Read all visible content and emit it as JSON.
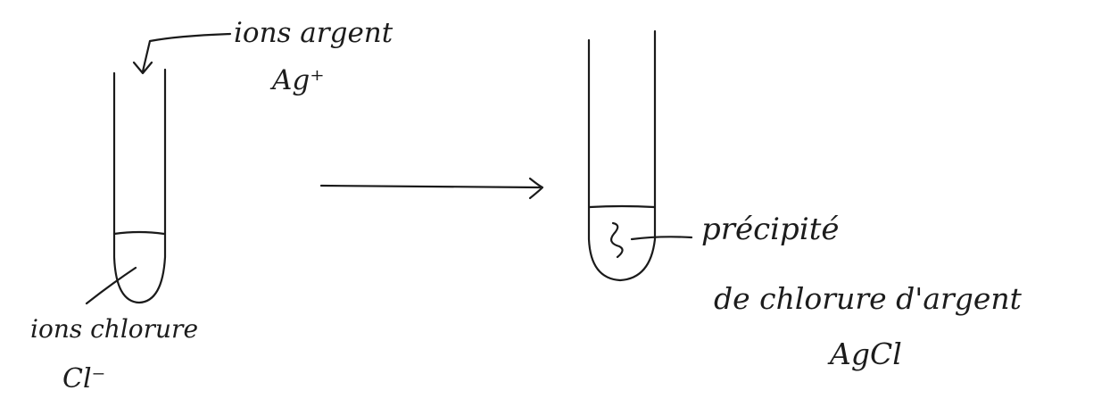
{
  "labels": {
    "silver_ions": "ions argent",
    "silver_formula": "Ag⁺",
    "chloride_ions": "ions chlorure",
    "chloride_formula": "Cl⁻",
    "precipitate_line1": "précipité",
    "precipitate_line2": "de chlorure d'argent",
    "precipitate_formula": "AgCl"
  },
  "colors": {
    "ink": "#1a1a1a",
    "paper": "#ffffff"
  }
}
